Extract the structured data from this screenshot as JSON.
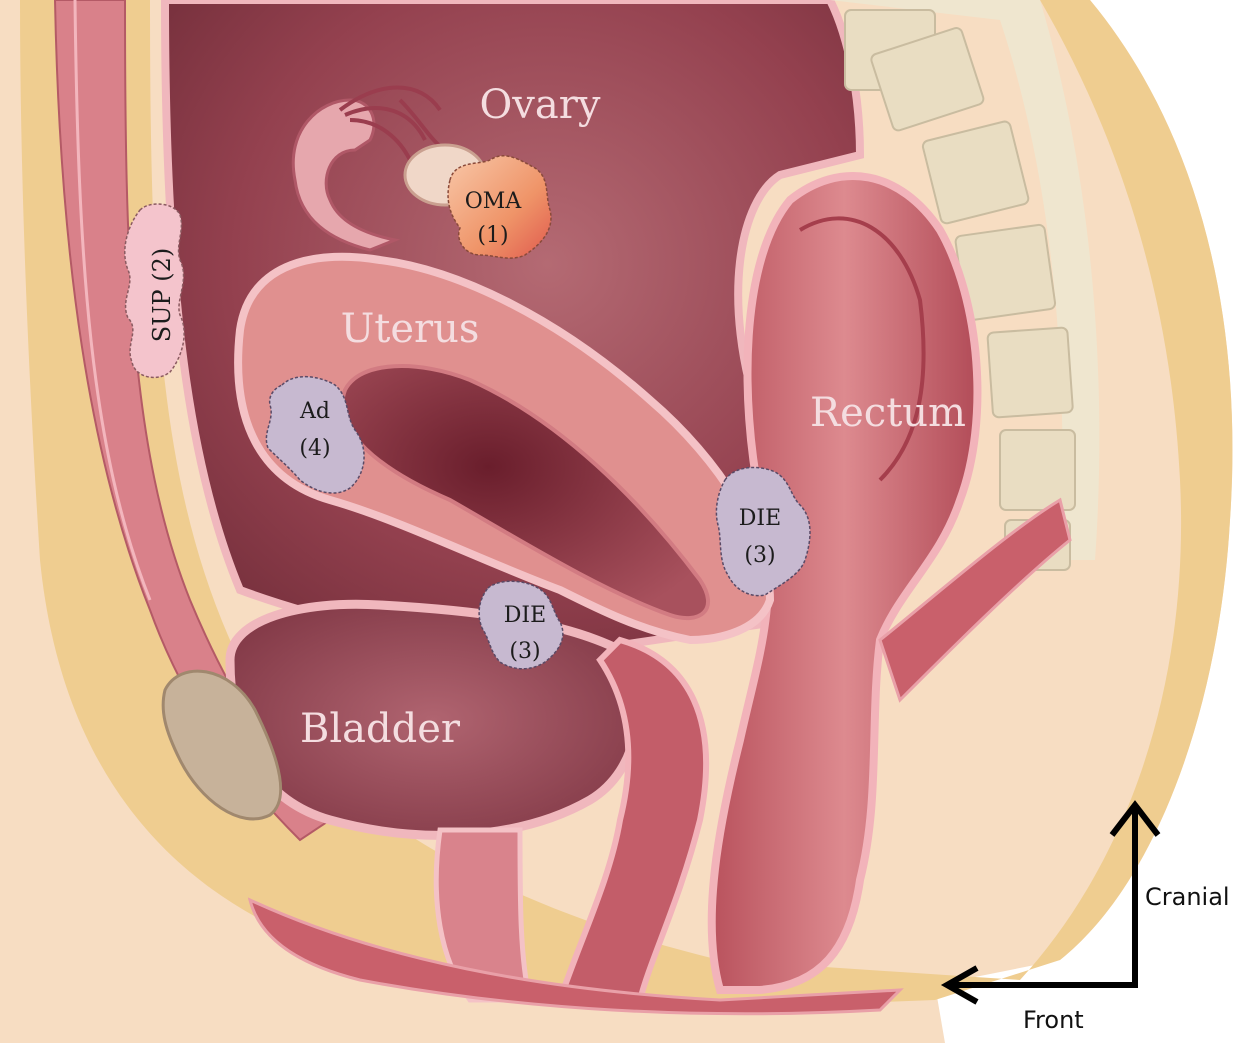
{
  "organs": {
    "ovary": "Ovary",
    "uterus": "Uterus",
    "rectum": "Rectum",
    "bladder": "Bladder"
  },
  "lesions": {
    "oma": {
      "name": "OMA",
      "num": "(1)"
    },
    "sup": {
      "text": "SUP (2)"
    },
    "ad": {
      "name": "Ad",
      "num": "(4)"
    },
    "die_rectum": {
      "name": "DIE",
      "num": "(3)"
    },
    "die_bladder": {
      "name": "DIE",
      "num": "(3)"
    }
  },
  "axes": {
    "cranial": "Cranial",
    "front": "Front"
  },
  "colors": {
    "skin": "#f6dcc0",
    "fat": "#efcf93",
    "cavity": "#8e3c4a",
    "muscle": "#d4737d",
    "uterus": "#e09495",
    "oma": "#f09a72",
    "sup": "#f4c4cc",
    "die_ad": "#c7b9d0"
  }
}
